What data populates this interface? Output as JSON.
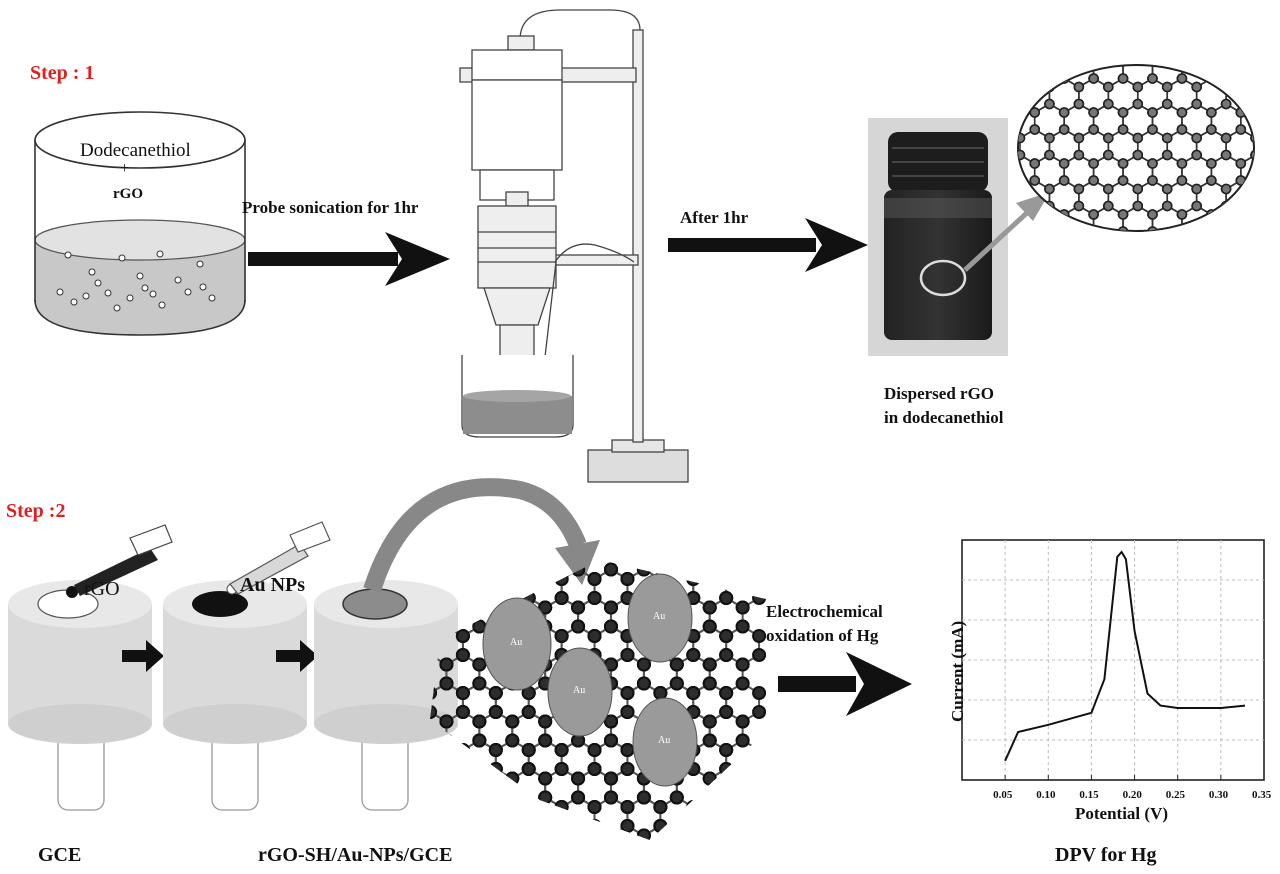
{
  "step1": {
    "title": "Step : 1",
    "beaker_label_top": "Dodecanethiol",
    "beaker_plus": "+",
    "beaker_label_bottom": "rGO",
    "arrow1_label": "Probe sonication for 1hr",
    "arrow2_label": "After 1hr",
    "vial_caption_line1": "Dispersed rGO",
    "vial_caption_line2": "in dodecanethiol"
  },
  "step2": {
    "title": "Step :2",
    "electrode1_drop_label": "rGO",
    "electrode2_drop_label": "Au NPs",
    "caption_gce": "GCE",
    "caption_modified": "rGO-SH/Au-NPs/GCE",
    "au_label": "Au",
    "arrow_label_line1": "Electrochemical",
    "arrow_label_line2": "oxidation of Hg",
    "caption_dpv": "DPV for Hg"
  },
  "colors": {
    "step_title": "#e02020",
    "arrow": "#111111",
    "electrode_body": "#d9d9d9",
    "au_particle": "#9a9a9a",
    "solution": "#9a9a9a"
  },
  "chart_data": {
    "type": "line",
    "title": "",
    "xlabel": "Potential (V)",
    "ylabel": "Current (mA)",
    "xlim": [
      0.0,
      0.35
    ],
    "ylim": [
      0,
      1
    ],
    "x_ticks": [
      "0.00",
      "0.05",
      "0.10",
      "0.15",
      "0.20",
      "0.25",
      "0.30",
      "0.35"
    ],
    "grid": true,
    "series": [
      {
        "x": [
          0.05,
          0.065,
          0.1,
          0.15,
          0.165,
          0.18,
          0.185,
          0.19,
          0.2,
          0.215,
          0.23,
          0.25,
          0.3,
          0.328
        ],
        "values": [
          0.08,
          0.2,
          0.23,
          0.28,
          0.42,
          0.93,
          0.95,
          0.92,
          0.62,
          0.36,
          0.31,
          0.3,
          0.3,
          0.31
        ]
      }
    ]
  }
}
